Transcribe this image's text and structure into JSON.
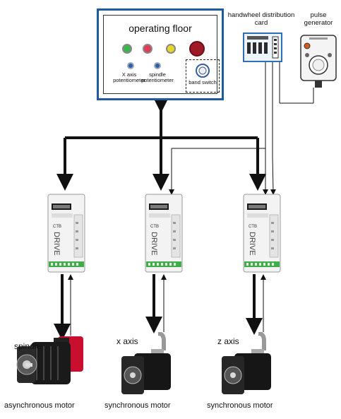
{
  "panel": {
    "title": "operating floor",
    "x_pot_label": "X axis potentiometer",
    "spindle_pot_label": "spindle potentiometer",
    "band_switch_label": "band switch",
    "lights": [
      "#3bb64a",
      "#e23b56",
      "#e6d52a"
    ]
  },
  "handwheel": {
    "label": "handwheel distribution card"
  },
  "pulse": {
    "label": "pulse generator"
  },
  "drives": [
    {
      "brand": "CTB",
      "name": "DRIVE"
    },
    {
      "brand": "CTB",
      "name": "DRIVE"
    },
    {
      "brand": "CTB",
      "name": "DRIVE"
    }
  ],
  "motors": [
    {
      "axis": "spindle",
      "type": "asynchronous motor"
    },
    {
      "axis": "x axis",
      "type": "synchronous motor"
    },
    {
      "axis": "z axis",
      "type": "synchronous motor"
    }
  ]
}
